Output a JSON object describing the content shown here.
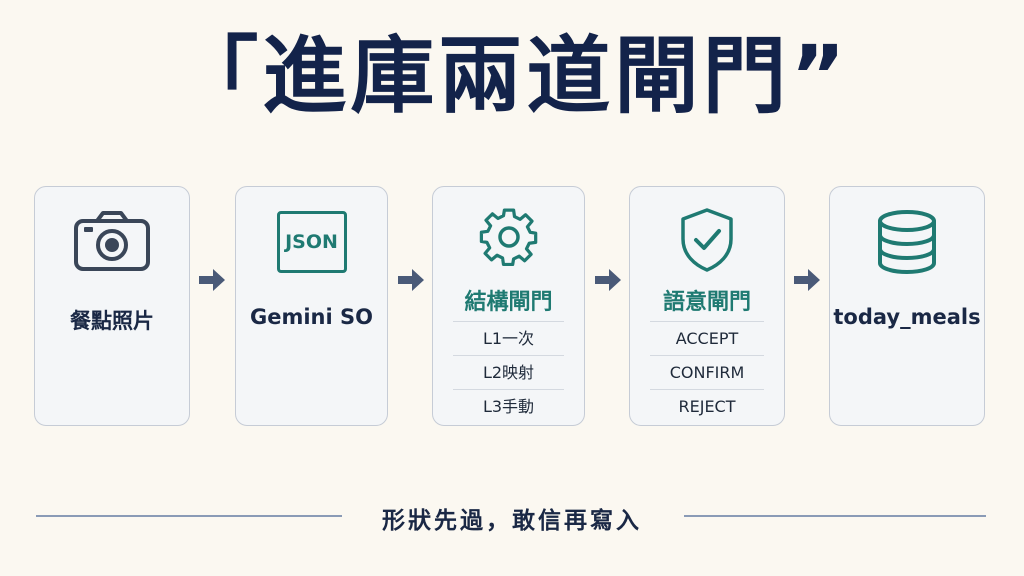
{
  "title": "「進庫兩道閘門”",
  "steps": [
    {
      "label": "餐點照片",
      "icon": "camera-icon"
    },
    {
      "label": "Gemini SO",
      "icon": "json-icon",
      "icon_text": "JSON"
    },
    {
      "label": "結構閘門",
      "icon": "gear-icon",
      "items": [
        "L1一次",
        "L2映射",
        "L3手動"
      ]
    },
    {
      "label": "語意閘門",
      "icon": "shield-check-icon",
      "items": [
        "ACCEPT",
        "CONFIRM",
        "REJECT"
      ]
    },
    {
      "label": "today_meals",
      "icon": "database-icon"
    }
  ],
  "footer": "形狀先過，敢信再寫入",
  "colors": {
    "navy": "#13234a",
    "teal": "#1f7a72",
    "arrow": "#4a5a78",
    "background": "#fbf8f1"
  }
}
